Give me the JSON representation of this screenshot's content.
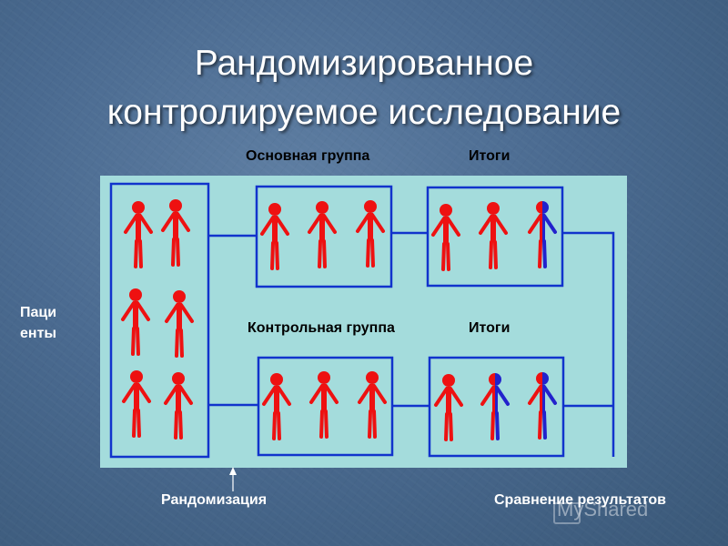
{
  "slide": {
    "title_line1": "Рандомизированное",
    "title_line2": "контролируемое исследование"
  },
  "labels": {
    "main_group": "Основная группа",
    "results_top": "Итоги",
    "control_group": "Контрольная группа",
    "results_bottom": "Итоги",
    "patients_line1": "Паци",
    "patients_line2": "енты",
    "randomization": "Рандомизация",
    "comparison": "Сравнение результатов"
  },
  "watermark": {
    "text": "MyShared"
  },
  "colors": {
    "figure_red": "#ee1111",
    "figure_blue": "#2222cc",
    "box_line": "#1133cc",
    "panel_bg": "#a4dcdc"
  }
}
